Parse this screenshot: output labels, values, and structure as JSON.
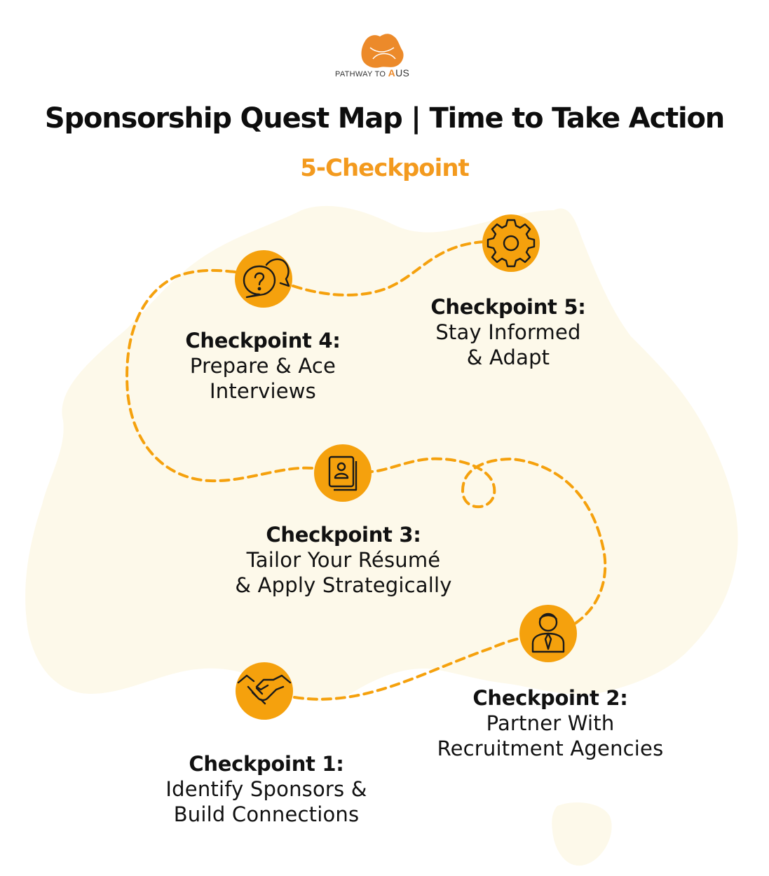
{
  "logo": {
    "text_prefix": "PATHWAY TO",
    "text_a": "A",
    "text_suffix": "US"
  },
  "title": "Sponsorship Quest Map | Time to Take Action",
  "subtitle": "5-Checkpoint",
  "colors": {
    "accent": "#f5a10d",
    "subtitle": "#f39a1e",
    "map_bg": "#fdf9ea",
    "icon_stroke": "#1a1a1a"
  },
  "checkpoints": [
    {
      "heading": "Checkpoint 1:",
      "line1": "Identify Sponsors &",
      "line2": "Build Connections",
      "icon": "handshake-icon"
    },
    {
      "heading": "Checkpoint 2:",
      "line1": "Partner With",
      "line2": "Recruitment Agencies",
      "icon": "businessman-icon"
    },
    {
      "heading": "Checkpoint 3:",
      "line1": "Tailor Your Résumé",
      "line2": "& Apply Strategically",
      "icon": "resume-document-icon"
    },
    {
      "heading": "Checkpoint 4:",
      "line1": "Prepare & Ace",
      "line2": "Interviews",
      "icon": "question-chat-icon"
    },
    {
      "heading": "Checkpoint 5:",
      "line1": "Stay Informed",
      "line2": "& Adapt",
      "icon": "gear-icon"
    }
  ]
}
